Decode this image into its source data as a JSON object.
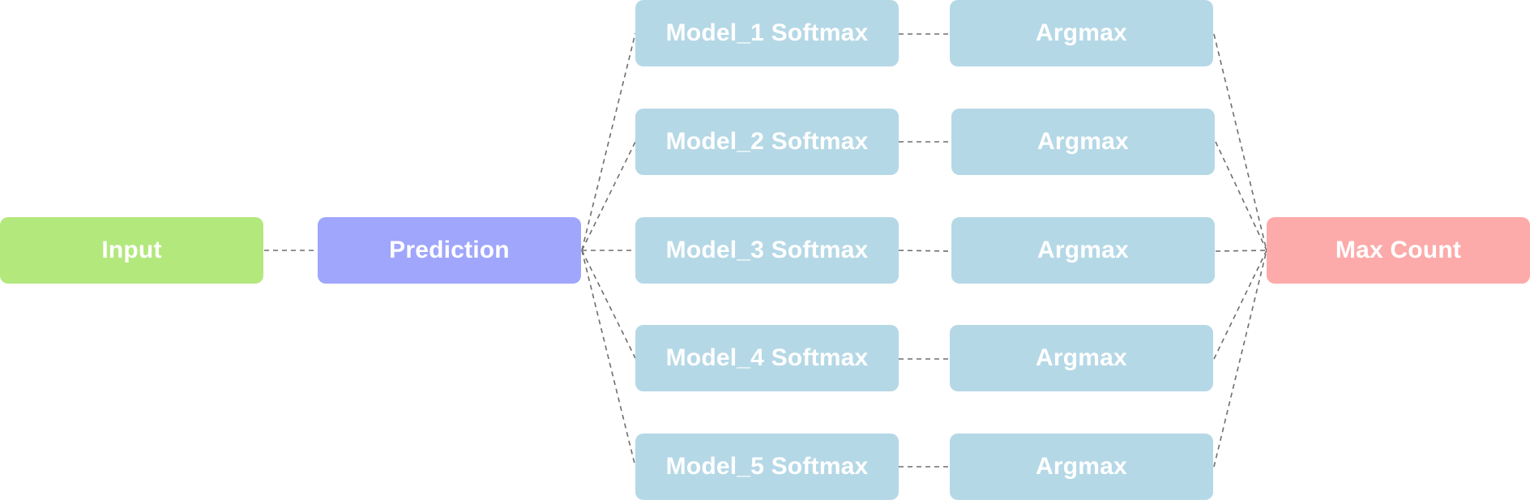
{
  "diagram": {
    "input": {
      "label": "Input"
    },
    "prediction": {
      "label": "Prediction"
    },
    "models": [
      {
        "softmax_label": "Model_1 Softmax",
        "argmax_label": "Argmax"
      },
      {
        "softmax_label": "Model_2 Softmax",
        "argmax_label": "Argmax"
      },
      {
        "softmax_label": "Model_3 Softmax",
        "argmax_label": "Argmax"
      },
      {
        "softmax_label": "Model_4 Softmax",
        "argmax_label": "Argmax"
      },
      {
        "softmax_label": "Model_5 Softmax",
        "argmax_label": "Argmax"
      }
    ],
    "output": {
      "label": "Max Count"
    }
  },
  "colors": {
    "input": "#b3e87d",
    "prediction": "#9fa6fc",
    "model": "#b5d8e6",
    "output": "#fdaaaa",
    "connector": "#6e6e6e"
  }
}
